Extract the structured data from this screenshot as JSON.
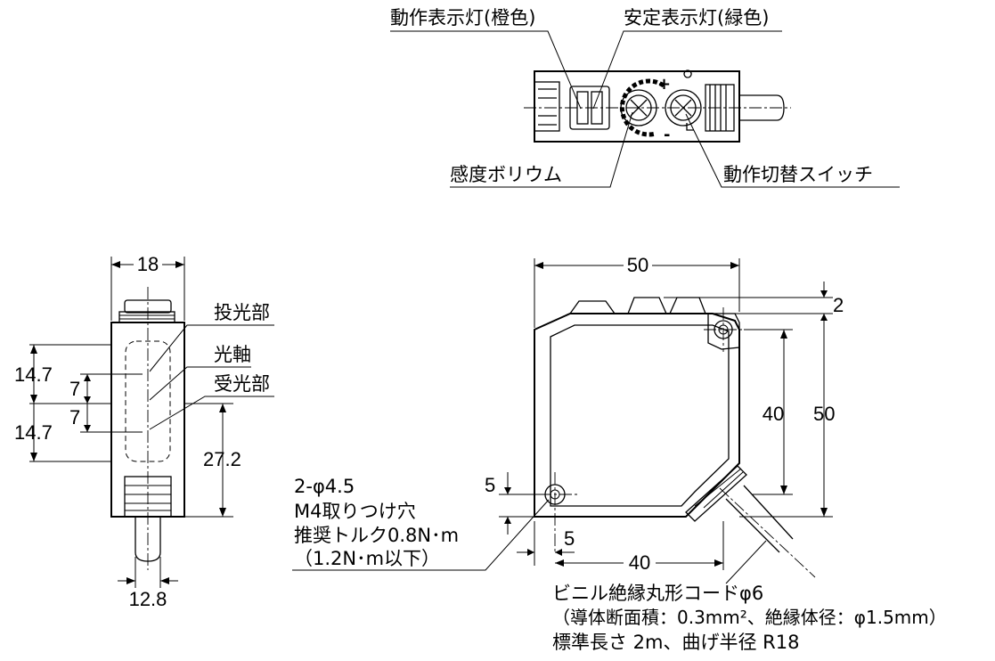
{
  "labels": {
    "operation_indicator": "動作表示灯(橙色)",
    "stability_indicator": "安定表示灯(緑色)",
    "sensitivity_volume": "感度ボリウム",
    "mode_switch": "動作切替スイッチ",
    "emitter": "投光部",
    "optical_axis": "光軸",
    "receiver": "受光部",
    "plus_mark": "+",
    "minus_mark": "-",
    "mount_hole": "2-φ4.5",
    "mount_screw": "M4取りつけ穴",
    "torque": "推奨トルク0.8N･m",
    "torque_alt": "（1.2N･m以下）",
    "cable_line1": "ビニル絶縁丸形コードφ6",
    "cable_line2": "（導体断面積：0.3mm²、絶縁体径：φ1.5mm）",
    "cable_line3": "標準長さ 2m、曲げ半径 R18"
  },
  "dimensions": {
    "width_18": "18",
    "offset_14_7_top": "14.7",
    "offset_7_top": "7",
    "offset_7_bottom": "7",
    "offset_14_7_bottom": "14.7",
    "height_27_2": "27.2",
    "connector_12_8": "12.8",
    "width_50": "50",
    "top_2": "2",
    "height_40": "40",
    "height_50": "50",
    "hole_5_vertical": "5",
    "hole_5_horizontal": "5",
    "hole_pitch_40": "40"
  }
}
